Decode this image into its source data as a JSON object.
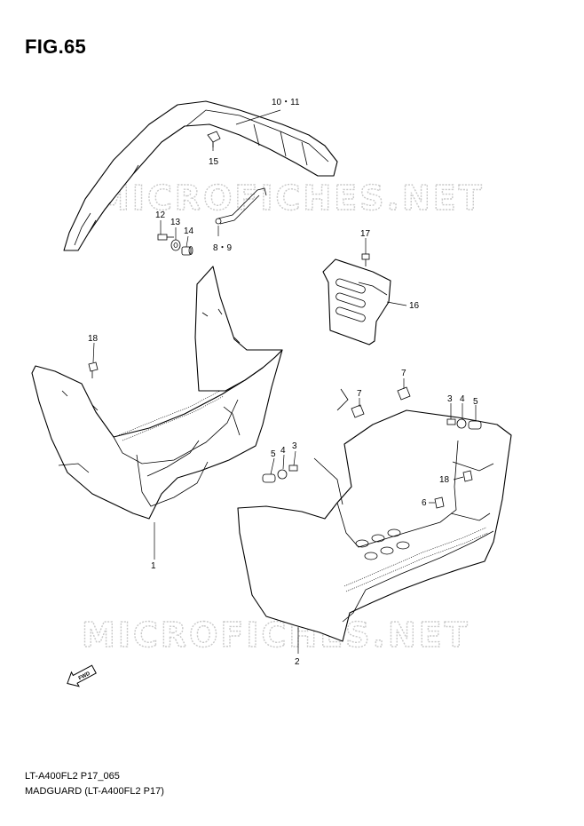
{
  "figure": {
    "title": "FIG.65"
  },
  "watermark": {
    "text": "MICROFICHES.NET"
  },
  "callouts": {
    "c1": "1",
    "c2": "2",
    "c3a": "3",
    "c3b": "3",
    "c4a": "4",
    "c4b": "4",
    "c5a": "5",
    "c5b": "5",
    "c6": "6",
    "c7a": "7",
    "c7b": "7",
    "c89": "8・9",
    "c1011": "10・11",
    "c12": "12",
    "c13": "13",
    "c14": "14",
    "c15": "15",
    "c16": "16",
    "c17": "17",
    "c18a": "18",
    "c18b": "18"
  },
  "fwd_marker": {
    "text": "FWD"
  },
  "footer": {
    "code": "LT-A400FL2 P17_065",
    "caption": "MADGUARD (LT-A400FL2 P17)"
  }
}
